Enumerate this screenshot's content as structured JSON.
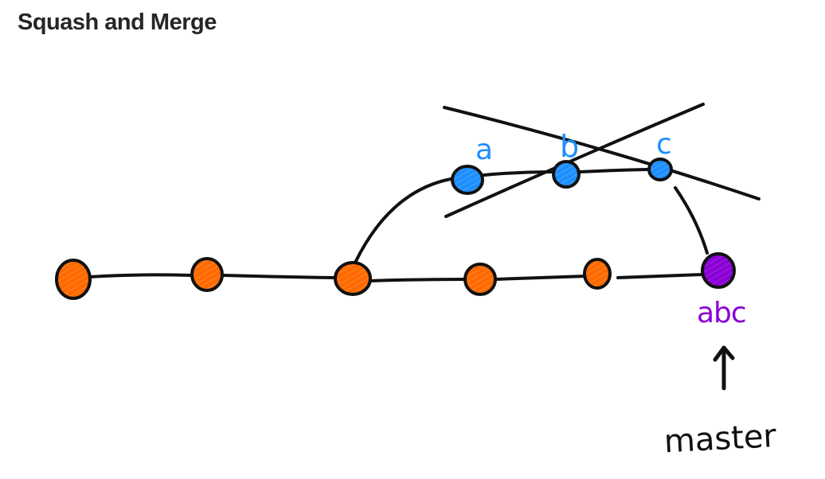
{
  "title": "Squash and Merge",
  "labels": {
    "commit_a": "a",
    "commit_b": "b",
    "commit_c": "c",
    "squashed_commit": "abc",
    "branch": "master",
    "arrow": "↑"
  },
  "colors": {
    "main_commit": "#ff6a00",
    "feature_commit": "#1f8fff",
    "squashed_commit": "#8a00d6",
    "label_blue": "#1f8fff",
    "label_purple": "#8a00d6",
    "ink": "#111111"
  }
}
